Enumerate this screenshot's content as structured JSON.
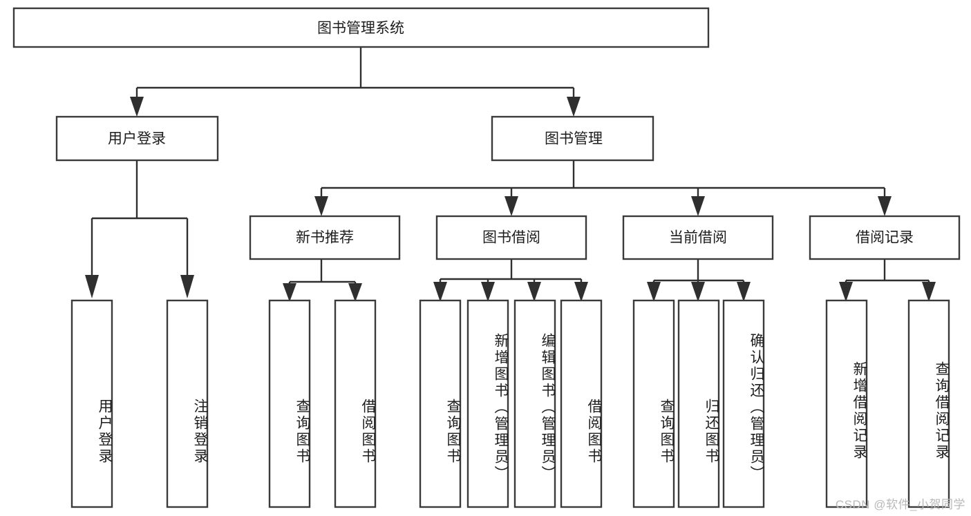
{
  "diagram": {
    "title": "图书管理系统",
    "watermark": "CSDN @软件_小贺同学",
    "colors": {
      "box_stroke": "#3a3a3a",
      "connector": "#2f2f2f",
      "background": "#ffffff",
      "text": "#1d1d1d",
      "watermark": "#b9b9b9"
    },
    "root": {
      "label": "图书管理系统",
      "orientation": "horizontal"
    },
    "level2": [
      {
        "label": "用户登录",
        "orientation": "horizontal"
      },
      {
        "label": "图书管理",
        "orientation": "horizontal"
      }
    ],
    "level3": [
      {
        "label": "新书推荐",
        "orientation": "horizontal"
      },
      {
        "label": "图书借阅",
        "orientation": "horizontal"
      },
      {
        "label": "当前借阅",
        "orientation": "horizontal"
      },
      {
        "label": "借阅记录",
        "orientation": "horizontal"
      }
    ],
    "leaves": {
      "user_login": [
        {
          "label": "用户登录",
          "orientation": "vertical"
        },
        {
          "label": "注销登录",
          "orientation": "vertical"
        }
      ],
      "new_book_recommend": [
        {
          "label": "查询图书",
          "orientation": "vertical"
        },
        {
          "label": "借阅图书",
          "orientation": "vertical"
        }
      ],
      "book_borrow": [
        {
          "label": "查询图书",
          "orientation": "vertical"
        },
        {
          "label": "新增图书（管理员）",
          "orientation": "vertical"
        },
        {
          "label": "编辑图书（管理员）",
          "orientation": "vertical"
        },
        {
          "label": "借阅图书",
          "orientation": "vertical"
        }
      ],
      "current_borrow": [
        {
          "label": "查询图书",
          "orientation": "vertical"
        },
        {
          "label": "归还图书",
          "orientation": "vertical"
        },
        {
          "label": "确认归还（管理员）",
          "orientation": "vertical"
        }
      ],
      "borrow_record": [
        {
          "label": "新增借阅记录",
          "orientation": "vertical"
        },
        {
          "label": "查询借阅记录",
          "orientation": "vertical"
        }
      ]
    }
  }
}
